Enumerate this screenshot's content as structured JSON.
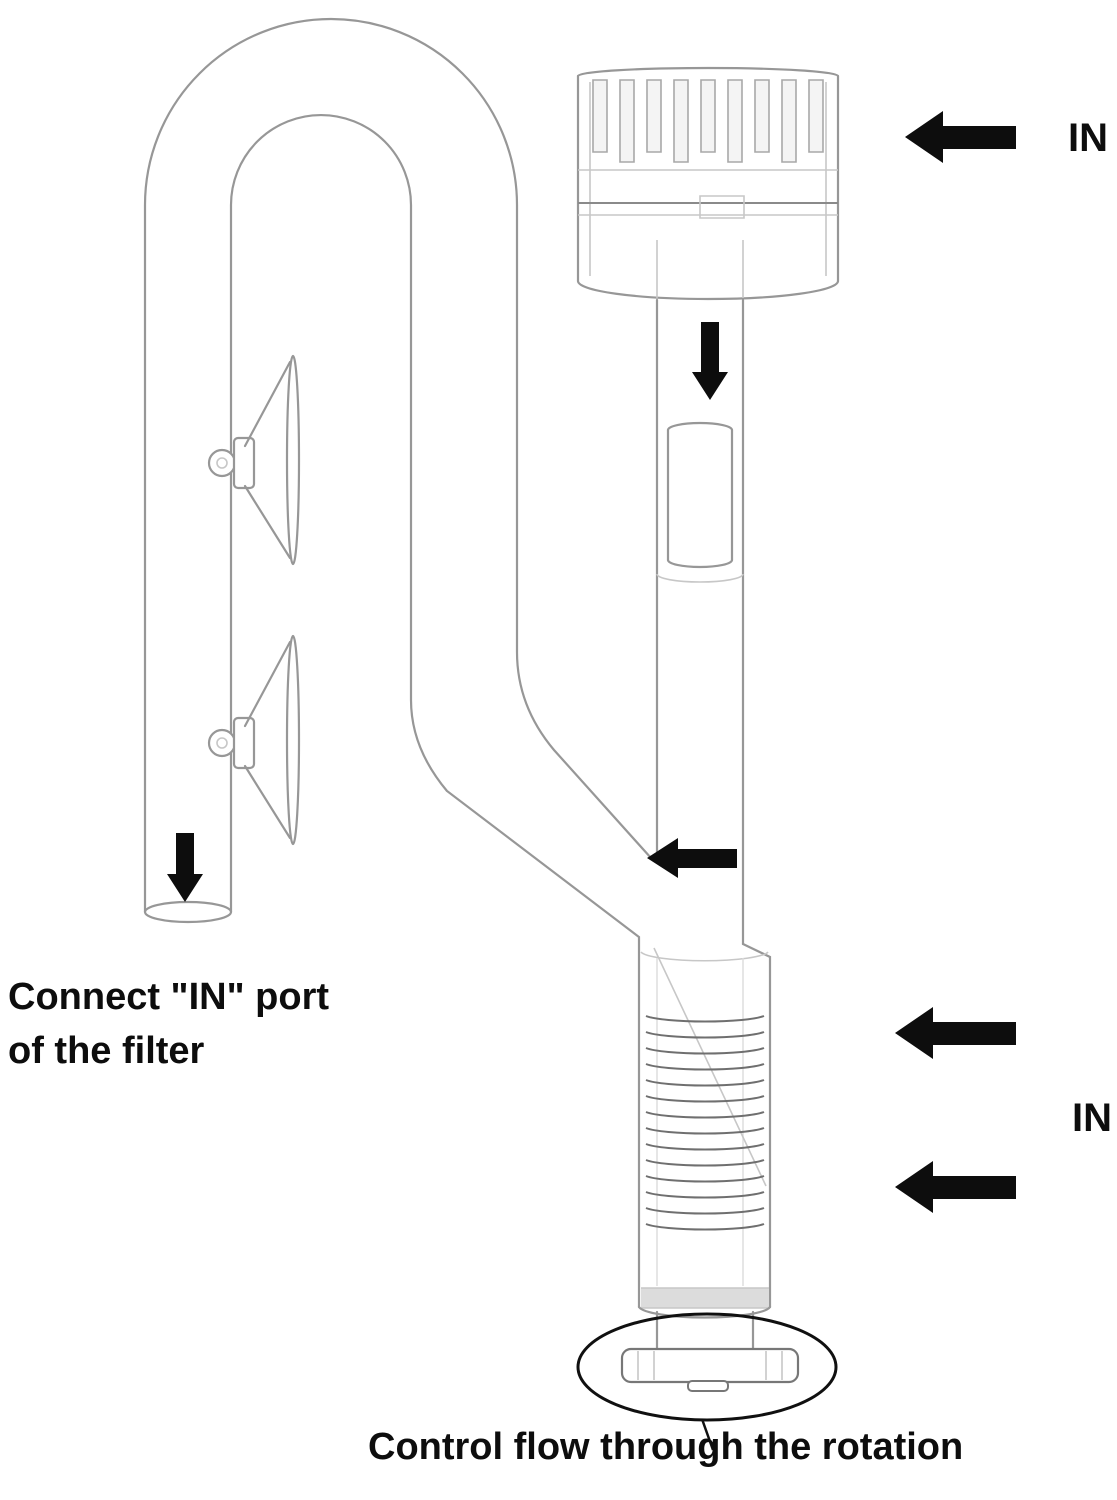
{
  "labels": {
    "in_top": "IN",
    "in_side": "IN",
    "connect_line1": "Connect \"IN\" port",
    "connect_line2": "of the filter",
    "control_caption": "Control flow through the rotation"
  },
  "colors": {
    "background": "#ffffff",
    "glass_outline": "#979797",
    "glass_detail_dark": "#6f6f6f",
    "annotation": "#0d0d0d",
    "gasket_band": "#dcdcdc"
  },
  "icons": {
    "arrow_in_top": "left-arrow",
    "arrow_flow_down": "down-arrow",
    "arrow_outflow_down": "down-arrow",
    "arrow_junction": "left-arrow",
    "arrow_in_mid": "left-arrow",
    "arrow_in_lower": "left-arrow",
    "rotation_highlight": "ellipse-outline"
  }
}
